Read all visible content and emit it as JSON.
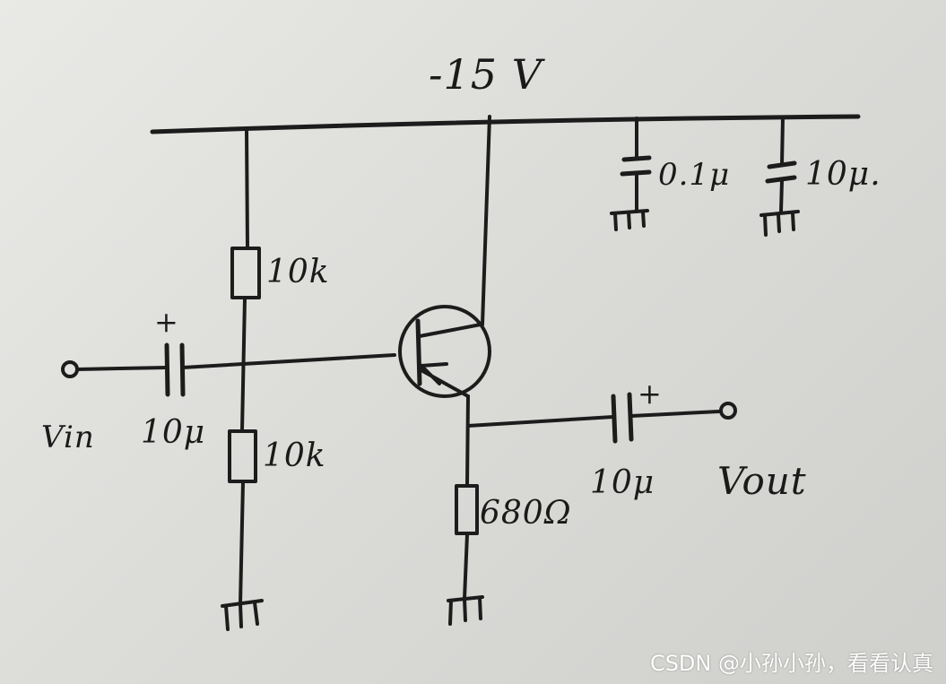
{
  "supply": {
    "label": "-15 V"
  },
  "components": {
    "r_top": "10k",
    "r_bottom": "10k",
    "r_emitter": "680Ω",
    "c_in": "10μ",
    "c_out": "10μ",
    "c_bypass_small": "0.1μ",
    "c_bypass_large": "10μ."
  },
  "terminals": {
    "vin": "Vin",
    "vout": "Vout"
  },
  "polarity": {
    "plus": "+"
  },
  "watermark": "CSDN @小孙小孙，看看认真"
}
